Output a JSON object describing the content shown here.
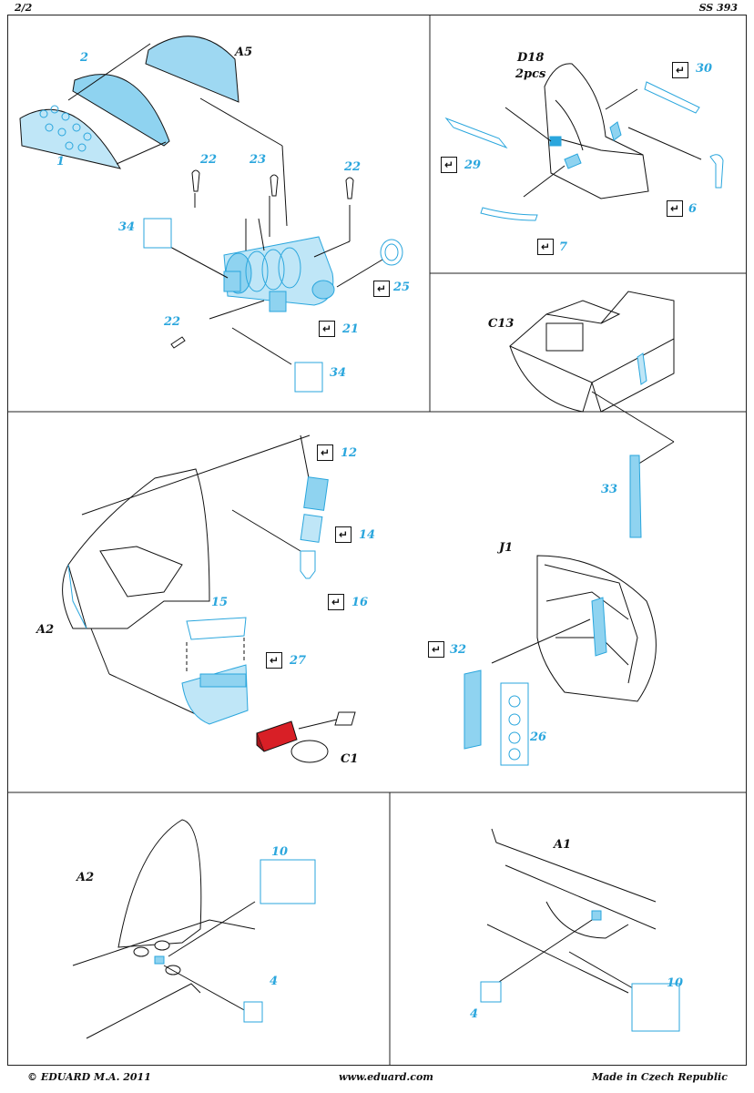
{
  "header": {
    "page": "2/2",
    "code": "SS 393"
  },
  "footer": {
    "copyright": "© EDUARD  M.A. 2011",
    "website": "www.eduard.com",
    "origin": "Made in Czech Republic"
  },
  "colors": {
    "etch_blue": "#8fd3f0",
    "label_blue": "#2aa6dd",
    "resin_red": "#d81f26",
    "line": "#111111"
  },
  "panels": {
    "instrument": {
      "part_a5": "A5",
      "labels": [
        "1",
        "2",
        "22",
        "23",
        "22",
        "34",
        "25",
        "22",
        "21",
        "34"
      ]
    },
    "seat": {
      "part_d18": "D18",
      "qty": "2pcs",
      "labels": [
        "30",
        "29",
        "6",
        "7"
      ]
    },
    "c13": {
      "part": "C13",
      "label_33": "33"
    },
    "cockpit": {
      "part_a2": "A2",
      "part_c1": "C1",
      "labels": [
        "12",
        "14",
        "16",
        "15",
        "27"
      ]
    },
    "j1": {
      "part": "J1",
      "labels": [
        "32",
        "26"
      ]
    },
    "tail": {
      "part": "A2",
      "labels": [
        "10",
        "4"
      ]
    },
    "fuselage": {
      "part": "A1",
      "labels": [
        "4",
        "10"
      ]
    }
  },
  "icons": {
    "bend": "fold-arrow-icon"
  }
}
